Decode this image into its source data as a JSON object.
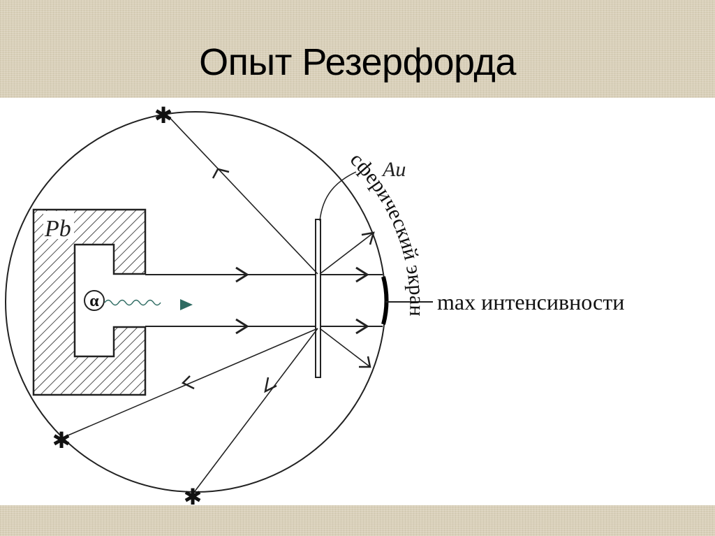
{
  "slide": {
    "title": "Опыт Резерфорда",
    "background_color": "#d9d0b9"
  },
  "diagram": {
    "labels": {
      "lead_block": "Pb",
      "alpha_source": "α",
      "gold_foil": "Au",
      "screen": "сферический экран",
      "max_intensity": "max интенсивности"
    },
    "colors": {
      "lines": "#1a1a1a",
      "alpha_wave": "#2e6b62"
    },
    "elements": [
      {
        "name": "lead-block",
        "label": "Pb",
        "description": "hatched lead container with cavity"
      },
      {
        "name": "alpha-source",
        "label": "α",
        "description": "circled alpha particle source emitting wave"
      },
      {
        "name": "gold-foil",
        "label": "Au",
        "description": "thin vertical gold foil"
      },
      {
        "name": "spherical-screen",
        "label": "сферический экран",
        "description": "circular detection screen"
      },
      {
        "name": "max-intensity-mark",
        "label": "max интенсивности",
        "description": "dark arc on screen behind foil"
      },
      {
        "name": "scintillation-marks",
        "count": 3,
        "description": "asterisks where back-scattered particles hit the screen"
      }
    ]
  }
}
